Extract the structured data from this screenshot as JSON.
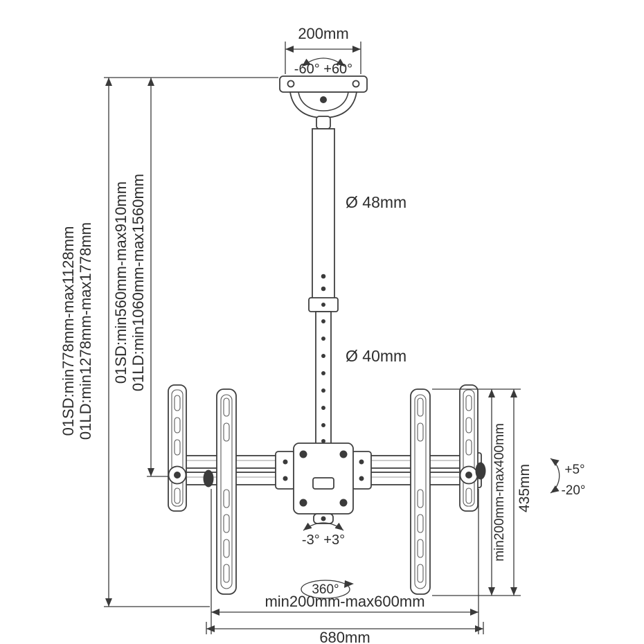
{
  "diagram": {
    "colors": {
      "line": "#3f3f3f",
      "text": "#2d2d2d",
      "background": "#ffffff"
    },
    "top": {
      "width": "200mm",
      "swivel_range": "-60° +60°"
    },
    "pole": {
      "upper_diameter": "Ø 48mm",
      "lower_diameter": "Ø 40mm"
    },
    "left": {
      "outer_sd": "01SD:min778mm-max1128mm",
      "outer_ld": "01LD:min1278mm-max1778mm",
      "inner_sd": "01SD:min560mm-max910mm",
      "inner_ld": "01LD:min1060mm-max1560mm"
    },
    "right": {
      "vesa_range": "min200mm-max400mm",
      "bracket_height": "435mm",
      "tilt_up": "+5°",
      "tilt_down": "-20°"
    },
    "bottom": {
      "level_adjust": "-3° +3°",
      "rotation": "360°",
      "span_range": "min200mm-max600mm",
      "total_width": "680mm"
    }
  }
}
